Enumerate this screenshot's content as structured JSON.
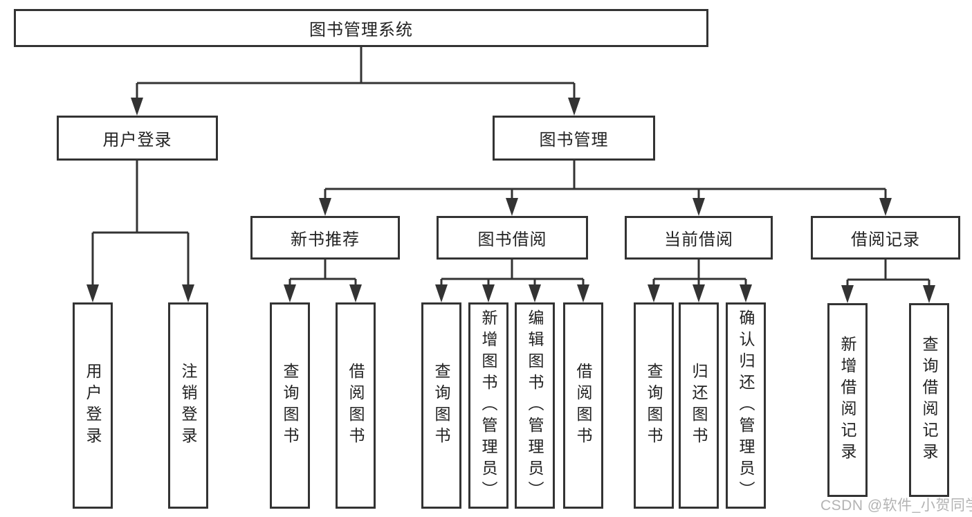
{
  "diagram": {
    "type": "hierarchy-diagram",
    "colors": {
      "line": "#333333",
      "border": "#333333",
      "text": "#222222",
      "background": "#ffffff",
      "watermark": "#b3b3b3"
    },
    "tree": {
      "root": {
        "label": "图书管理系统"
      },
      "branches": [
        {
          "label": "用户登录",
          "children": [
            {
              "label": "用户登录"
            },
            {
              "label": "注销登录"
            }
          ]
        },
        {
          "label": "图书管理",
          "children": [
            {
              "label": "新书推荐",
              "children": [
                {
                  "label": "查询图书"
                },
                {
                  "label": "借阅图书"
                }
              ]
            },
            {
              "label": "图书借阅",
              "children": [
                {
                  "label": "查询图书"
                },
                {
                  "label": "新增图书（管理员）"
                },
                {
                  "label": "编辑图书（管理员）"
                },
                {
                  "label": "借阅图书"
                }
              ]
            },
            {
              "label": "当前借阅",
              "children": [
                {
                  "label": "查询图书"
                },
                {
                  "label": "归还图书"
                },
                {
                  "label": "确认归还（管理员）"
                }
              ]
            },
            {
              "label": "借阅记录",
              "children": [
                {
                  "label": "新增借阅记录"
                },
                {
                  "label": "查询借阅记录"
                }
              ]
            }
          ]
        }
      ]
    },
    "watermark": {
      "text": "CSDN @软件_小贺同学"
    }
  }
}
